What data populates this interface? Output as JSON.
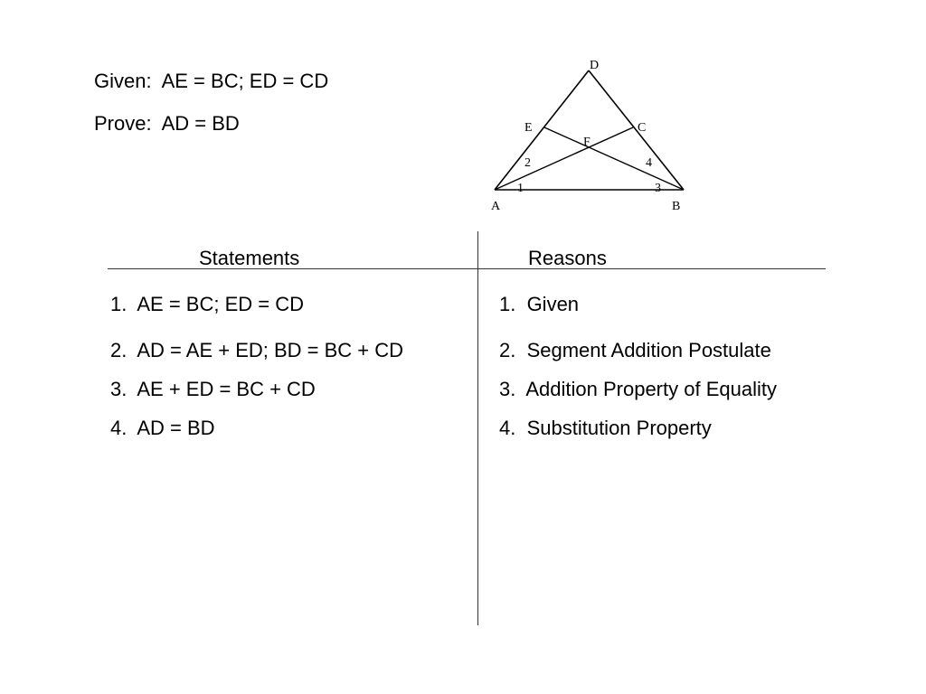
{
  "problem": {
    "given": "Given:  AE = BC; ED = CD",
    "prove": "Prove:  AD = BD"
  },
  "figure": {
    "vertex_labels": {
      "D": "D",
      "E": "E",
      "C": "C",
      "F": "F",
      "A": "A",
      "B": "B"
    },
    "angle_labels": {
      "one": "1",
      "two": "2",
      "three": "3",
      "four": "4"
    }
  },
  "proof": {
    "headers": {
      "statements": "Statements",
      "reasons": "Reasons"
    },
    "statements": [
      "1.  AE = BC; ED = CD",
      "2.  AD = AE + ED; BD = BC + CD",
      "3.  AE + ED = BC + CD",
      "4.  AD = BD"
    ],
    "reasons": [
      "1.  Given",
      "2.  Segment Addition Postulate",
      "3.  Addition Property of Equality",
      "4.  Substitution Property"
    ]
  }
}
